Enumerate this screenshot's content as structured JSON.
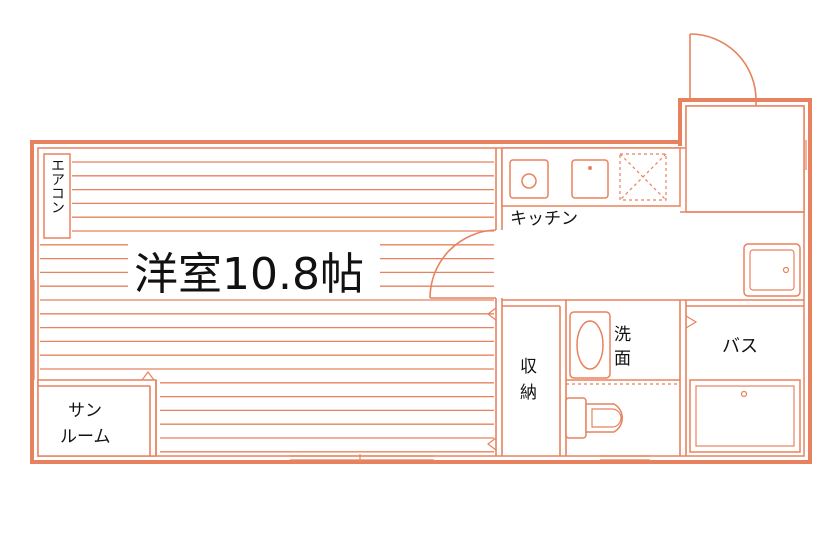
{
  "rooms": {
    "western_room": "洋室10.8帖",
    "aircon": "エアコン",
    "kitchen": "キッチン",
    "storage_line1": "収",
    "storage_line2": "納",
    "washroom_line1": "洗",
    "washroom_line2": "面",
    "bath": "バス",
    "sunroom_line1": "サン",
    "sunroom_line2": "ルーム"
  },
  "colors": {
    "wall": "#e8825e",
    "text": "#111111",
    "background": "#ffffff"
  }
}
